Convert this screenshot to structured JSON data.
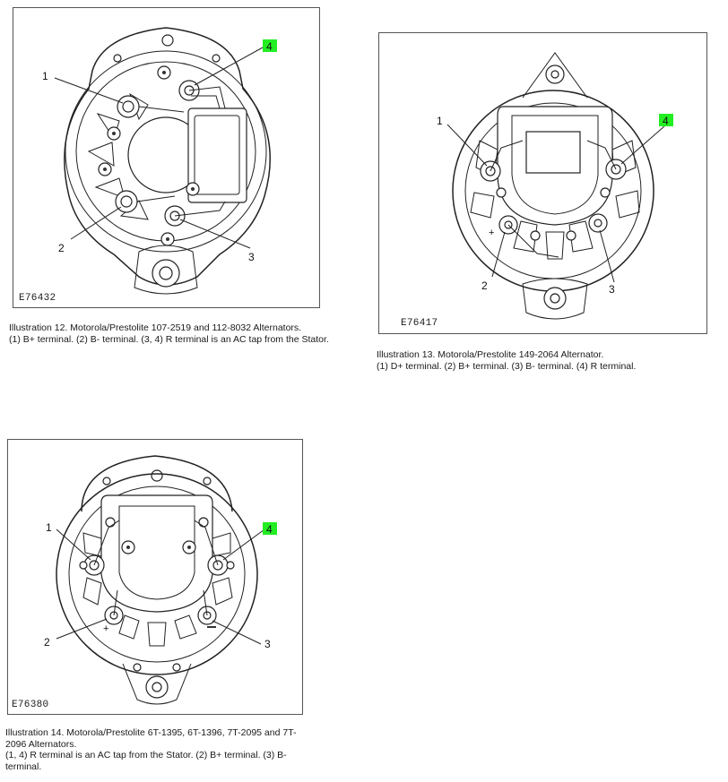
{
  "figures": [
    {
      "code": "E76432",
      "labels": [
        "1",
        "2",
        "3",
        "4"
      ],
      "caption_title": "Illustration 12. Motorola/Prestolite 107-2519 and 112-8032 Alternators.",
      "caption_desc": "(1) B+ terminal. (2) B- terminal. (3, 4) R terminal is an AC tap from the Stator."
    },
    {
      "code": "E76417",
      "labels": [
        "1",
        "2",
        "3",
        "4"
      ],
      "caption_title": "Illustration 13. Motorola/Prestolite 149-2064 Alternator.",
      "caption_desc": "(1) D+ terminal. (2) B+ terminal. (3) B- terminal. (4) R terminal."
    },
    {
      "code": "E76380",
      "labels": [
        "1",
        "2",
        "3",
        "4"
      ],
      "caption_title": "Illustration 14. Motorola/Prestolite 6T-1395, 6T-1396, 7T-2095 and 7T-2096 Alternators.",
      "caption_desc": "(1, 4) R terminal is an AC tap from the Stator. (2) B+ terminal. (3) B- terminal."
    }
  ],
  "colors": {
    "highlight": "#22ee22",
    "line": "#222222"
  }
}
